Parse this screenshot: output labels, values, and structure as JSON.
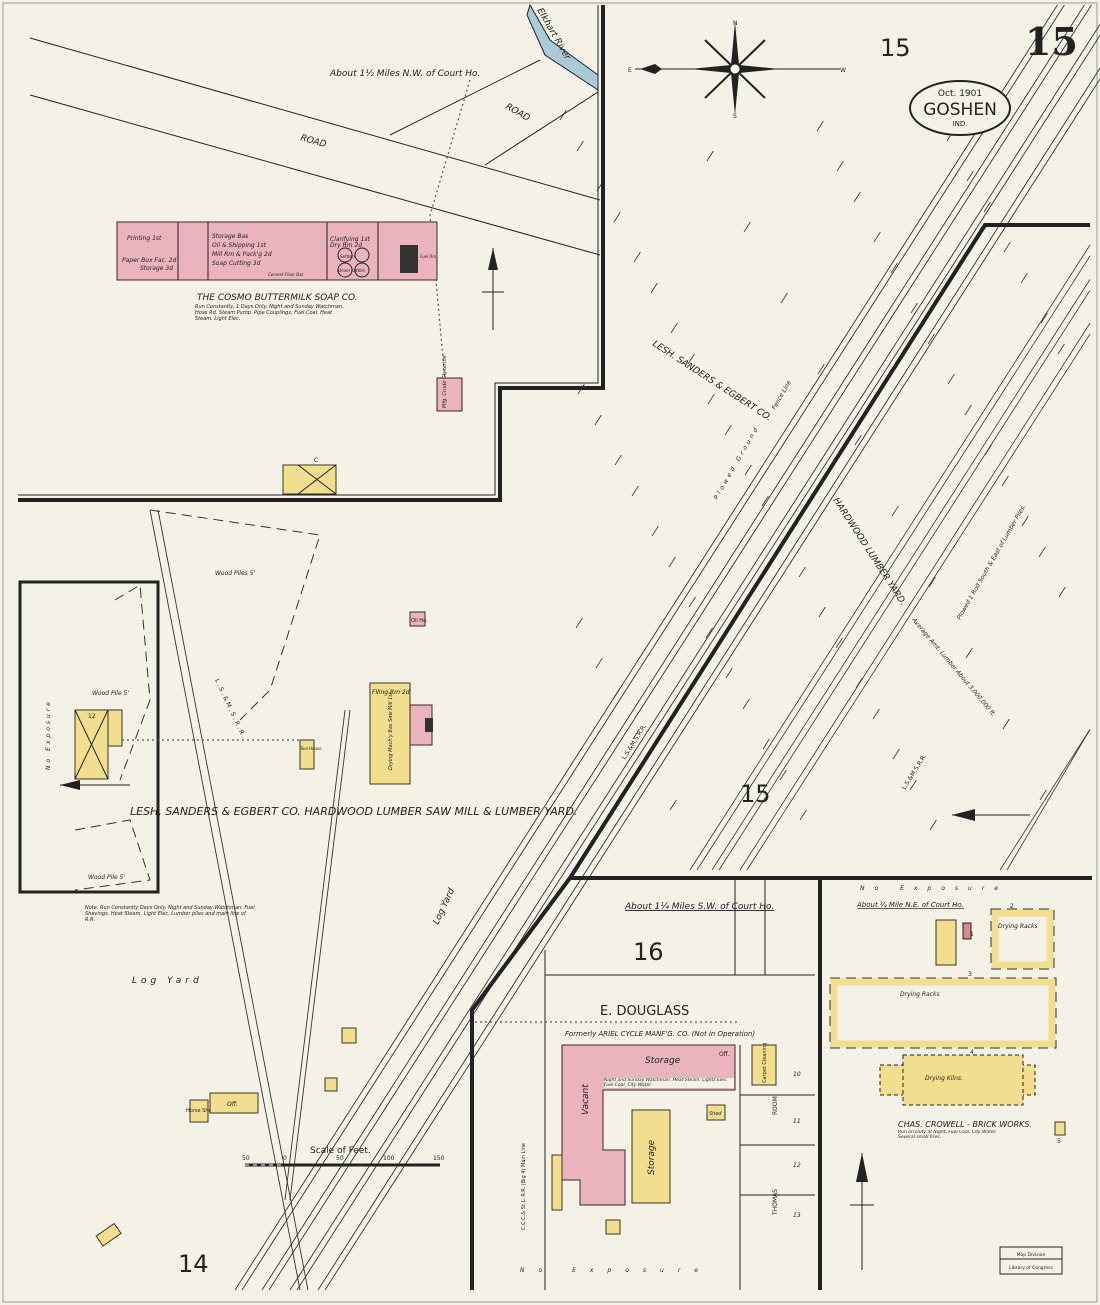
{
  "sheet": {
    "sheet_number": "15",
    "city": "GOSHEN",
    "state": "IND.",
    "date": "Oct. 1901",
    "block_numbers": [
      "15",
      "15",
      "16",
      "14"
    ],
    "colors": {
      "paper": "#f4f2e7",
      "brick": "#eab3bd",
      "frame": "#f1df8f",
      "ink": "#222222"
    }
  },
  "compass": {
    "north": "N",
    "south": "S",
    "east": "E",
    "west": "W"
  },
  "north_section": {
    "location": "About 1½ Miles N.W. of Court Ho.",
    "road_labels": [
      "ROAD",
      "ROAD"
    ],
    "river": "Elkhart River",
    "company": "THE COSMO BUTTERMILK SOAP CO.",
    "rooms": [
      "Printing 1st",
      "Paper Box Fac. 2d",
      "Storage 3d",
      "Storage Bas",
      "Oil & Shipping 1st",
      "Mill Rm & Pack'g 2d",
      "Soap Cutting 3d",
      "Clarifying 1st",
      "Dry Rm 2d",
      "Settlers",
      "Steam Kettles",
      "Fuel Rm",
      "Cement Floor Bas"
    ],
    "note": "Run Constantly, 1 Days Only. Night and Sunday Watchman. Hose Rd. Steam Pump. Pipe Couplings. Fuel Coal. Heat Steam. Light Elec.",
    "glycerine": "Mfg. Crude Glycerine",
    "shed_letter": "C"
  },
  "sawmill_section": {
    "title": "LESH, SANDERS & EGBERT CO.  HARDWOOD LUMBER SAW MILL & LUMBER YARD.",
    "wood_piles": [
      "Wood Piles 5'",
      "Wood Pile 5'",
      "Wood Pile 5'"
    ],
    "filing_room": "Filing Rm 2d",
    "mill": "Drying Mach'y Bas Saw Mill 1st",
    "oil_house": "Oil Ho.",
    "tool_house": "Tool House",
    "building_number": "12",
    "no_exposure": "No Exposure",
    "log_yard": "Log Yard",
    "log_yard_2": "Log Yard",
    "horse_shed": "Horse Shed",
    "office": "Off.",
    "railroad": "L.S.&M.S.R.R.",
    "scale_title": "Scale of Feet.",
    "scale_ticks": [
      "50",
      "0",
      "50",
      "100",
      "150"
    ],
    "note": "Note. Run Constantly Days Only. Night and Sunday Watchman. Fuel Shavings. Heat Steam. Light Elec. Lumber piles and main line of R.R."
  },
  "yard_section": {
    "company": "LESH. SANDERS & EGBERT CO.",
    "plowed": "Plowed Ground",
    "fence": "Fence Line",
    "yard": "HARDWOOD LUMBER YARD.",
    "average": "Average Amt. Lumber About 3,000,000 ft.",
    "plowed_note": "Plowed 1 Rod South & East of Lumber Piles.",
    "railroad": "L.S.&M.S.R.R."
  },
  "douglass_section": {
    "location": "About 1¼ Miles S.W. of Court Ho.",
    "street": "E. DOUGLASS",
    "formerly": "Formerly ARIEL CYCLE MANF'G. CO. (Not in Operation)",
    "rooms": [
      "Storage",
      "Vacant",
      "Storage",
      "Off.",
      "Shed"
    ],
    "carpet": "Carpet Cleaning",
    "lots": [
      "10",
      "11",
      "12",
      "13"
    ],
    "street_2": "THOMAS",
    "room": "ROOM",
    "railroad": "C.C.C.& St.L. R.R. (Big 4) Main Line",
    "no_exposure": "No Exposure",
    "note": "Night and Sunday Watchman. Heat Steam. Lights Elec. Fuel Coal. City Water."
  },
  "brick_section": {
    "location": "About ¾ Mile N.E. of Court Ho.",
    "no_exposure": "No Exposure",
    "racks": "Drying Racks",
    "racks_2": "Drying Racks",
    "kilns": "Drying Kilns.",
    "company": "CHAS. CROWELL - BRICK WORKS.",
    "note": "Run on Duty at Night. Fuel Coal. City Water. Several small fires.",
    "numbers": [
      "1",
      "2",
      "3",
      "4",
      "5"
    ]
  },
  "stamp": {
    "line1": "Map Division",
    "line2": "Library of Congress"
  }
}
